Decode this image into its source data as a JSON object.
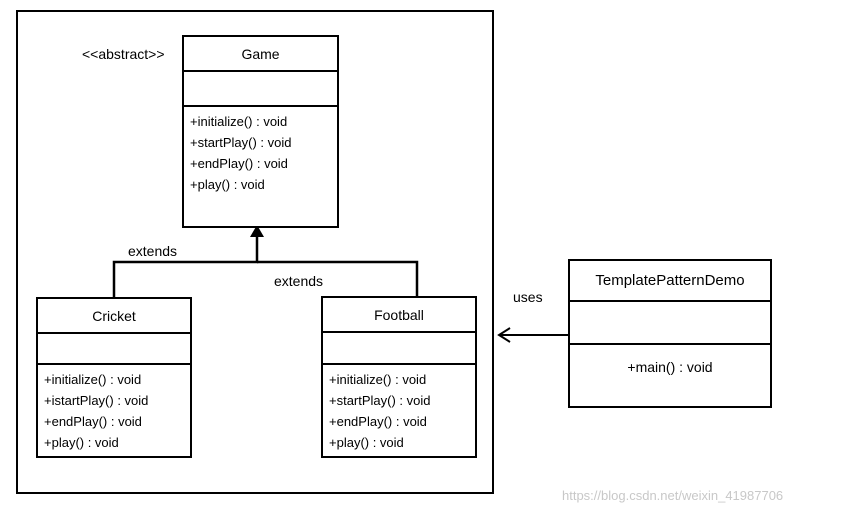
{
  "stereotype": "<<abstract>>",
  "game": {
    "name": "Game",
    "ops": [
      "+initialize() : void",
      "+startPlay() : void",
      "+endPlay() : void",
      "+play() : void"
    ]
  },
  "cricket": {
    "name": "Cricket",
    "ops": [
      "+initialize() : void",
      "+istartPlay() : void",
      "+endPlay() : void",
      "+play() : void"
    ]
  },
  "football": {
    "name": "Football",
    "ops": [
      "+initialize() : void",
      "+startPlay() : void",
      "+endPlay() : void",
      "+play() : void"
    ]
  },
  "demo": {
    "name": "TemplatePatternDemo",
    "ops": [
      "+main() : void"
    ]
  },
  "relations": {
    "extends_left": "extends",
    "extends_right": "extends",
    "uses": "uses"
  },
  "watermark": "https://blog.csdn.net/weixin_41987706"
}
